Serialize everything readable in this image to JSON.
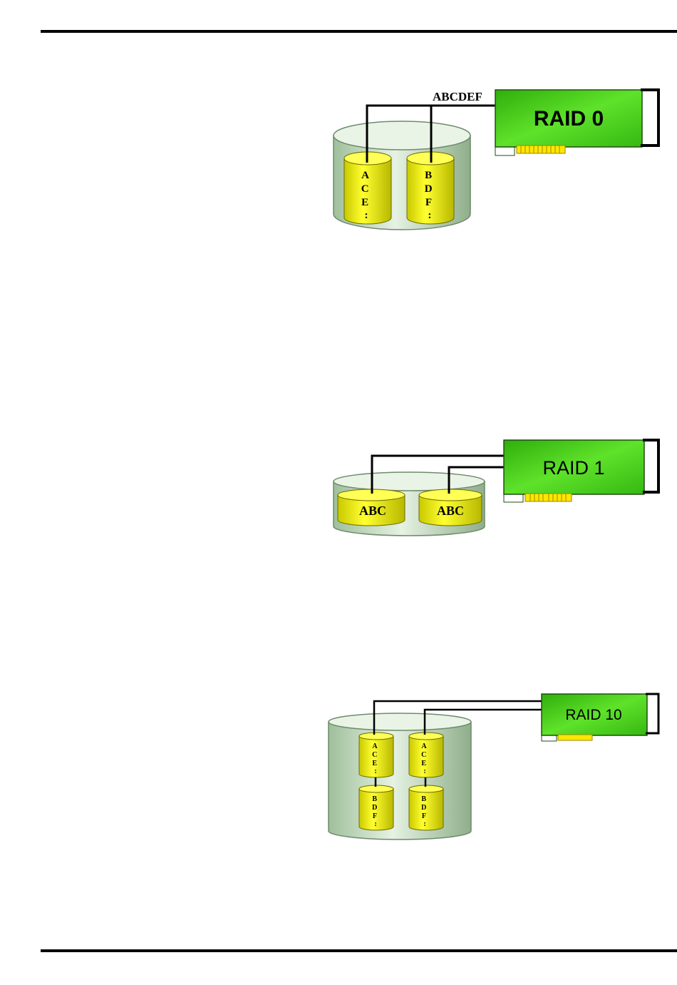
{
  "colors": {
    "rule": "#000000",
    "enclosure_fill": "#cfe3cc",
    "enclosure_stroke": "#7a8f78",
    "card_fill": "#4fd11a",
    "card_stroke": "#1f4d10",
    "disk_fill": "#f2f20a",
    "disk_stroke": "#6b6b00",
    "cable": "#000000"
  },
  "diagrams": {
    "raid0": {
      "card_label": "RAID 0",
      "stripe_label": "ABCDEF",
      "disk1_lines": [
        "A",
        "C",
        "E",
        ":"
      ],
      "disk2_lines": [
        "B",
        "D",
        "F",
        ":"
      ]
    },
    "raid1": {
      "card_label": "RAID 1",
      "disk1_label": "ABC",
      "disk2_label": "ABC"
    },
    "raid10": {
      "card_label": "RAID 10",
      "top_left_lines": [
        "A",
        "C",
        "E",
        ":"
      ],
      "top_right_lines": [
        "A",
        "C",
        "E",
        ":"
      ],
      "bottom_left_lines": [
        "B",
        "D",
        "F",
        ":"
      ],
      "bottom_right_lines": [
        "B",
        "D",
        "F",
        ":"
      ]
    }
  }
}
